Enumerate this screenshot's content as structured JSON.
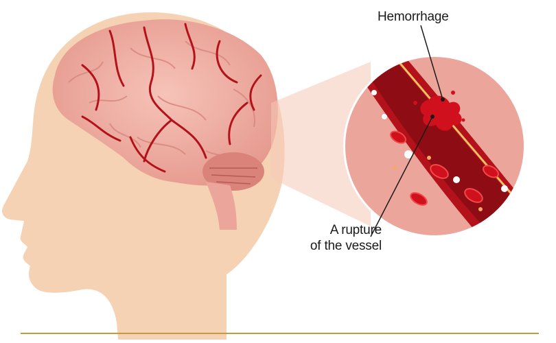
{
  "labels": {
    "hemorrhage": "Hemorrhage",
    "rupture_line1": "A rupture",
    "rupture_line2": "of the vessel"
  },
  "colors": {
    "skin": "#f5d2b3",
    "brain": "#f2b4aa",
    "vessel": "#b3121b",
    "blood": "#c0121e",
    "magnify_bg": "#eba59b",
    "underline": "#c59a3a"
  }
}
